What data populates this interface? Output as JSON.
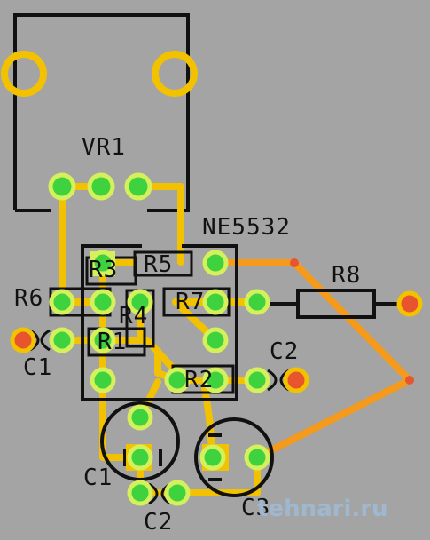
{
  "labels": {
    "vr1": "VR1",
    "ne5532": "NE5532",
    "r1": "R1",
    "r2": "R2",
    "r3": "R3",
    "r4": "R4",
    "r5": "R5",
    "r6": "R6",
    "r7": "R7",
    "r8": "R8",
    "c1_left": "C1",
    "c2_right": "C2",
    "c1_bottom": "C1",
    "c2_bottom": "C2",
    "c3": "C3"
  },
  "watermark": "tehnari.ru",
  "colors": {
    "background": "#a4a4a4",
    "trace_yellow": "#f2c200",
    "trace_orange": "#f59a1a",
    "pad_green": "#3ed23e",
    "pad_ring": "#d4f05a",
    "pad_red": "#e8542e",
    "outline": "#111111"
  }
}
